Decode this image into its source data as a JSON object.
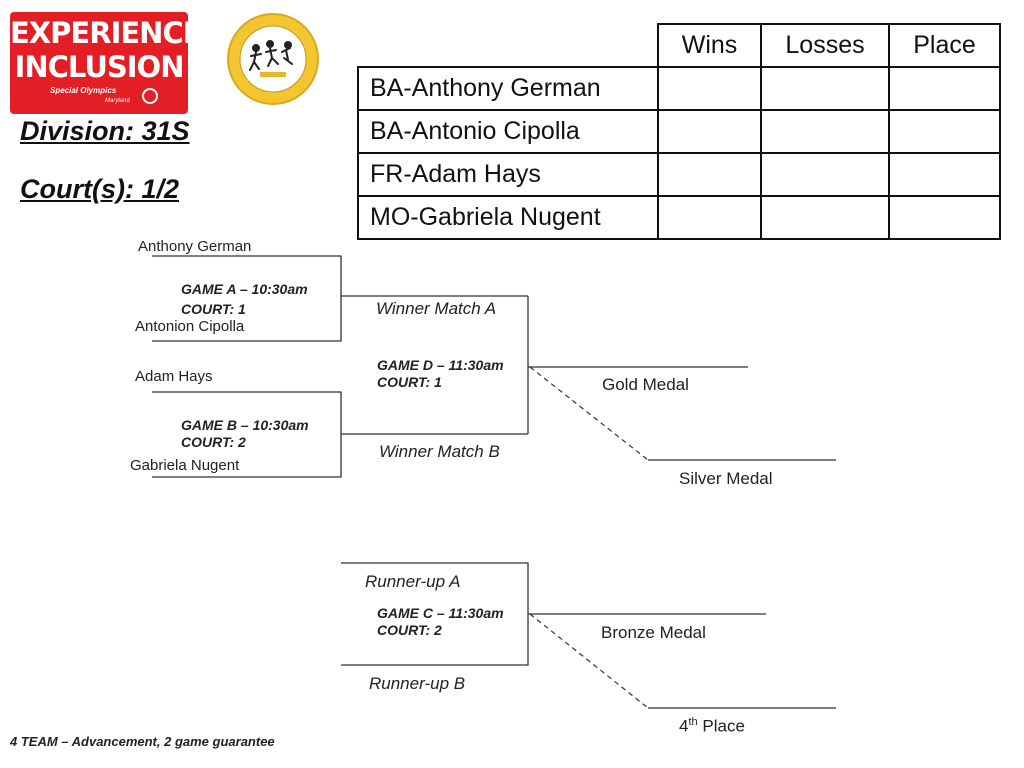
{
  "logo": {
    "line1": "EXPERIENCE",
    "line2": "INCLUSION",
    "org": "Special Olympics",
    "region": "Maryland"
  },
  "header": {
    "division": "Division: 31S",
    "courts": "Court(s): 1/2"
  },
  "standings": {
    "columns": [
      "Wins",
      "Losses",
      "Place"
    ],
    "rows": [
      "BA-Anthony German",
      "BA-Antonio Cipolla",
      "FR-Adam Hays",
      "MO-Gabriela Nugent"
    ]
  },
  "bracket": {
    "players": [
      "Anthony German",
      "Antonion Cipolla",
      "Adam Hays",
      "Gabriela Nugent"
    ],
    "game_a": {
      "line1": "GAME A – 10:30am",
      "line2": "COURT: 1"
    },
    "game_b": {
      "line1": "GAME B – 10:30am",
      "line2": "COURT: 2"
    },
    "game_c": {
      "line1": "GAME C – 11:30am",
      "line2": "COURT: 2"
    },
    "game_d": {
      "line1": "GAME D – 11:30am",
      "line2": "COURT: 1"
    },
    "winner_a": "Winner Match A",
    "winner_b": "Winner Match B",
    "runnerup_a": "Runner-up A",
    "runnerup_b": "Runner-up B",
    "gold": "Gold Medal",
    "silver": "Silver Medal",
    "bronze": "Bronze Medal",
    "fourth_num": "4",
    "fourth_sup": "th",
    "fourth_word": " Place"
  },
  "footer": "4 TEAM – Advancement, 2 game guarantee"
}
